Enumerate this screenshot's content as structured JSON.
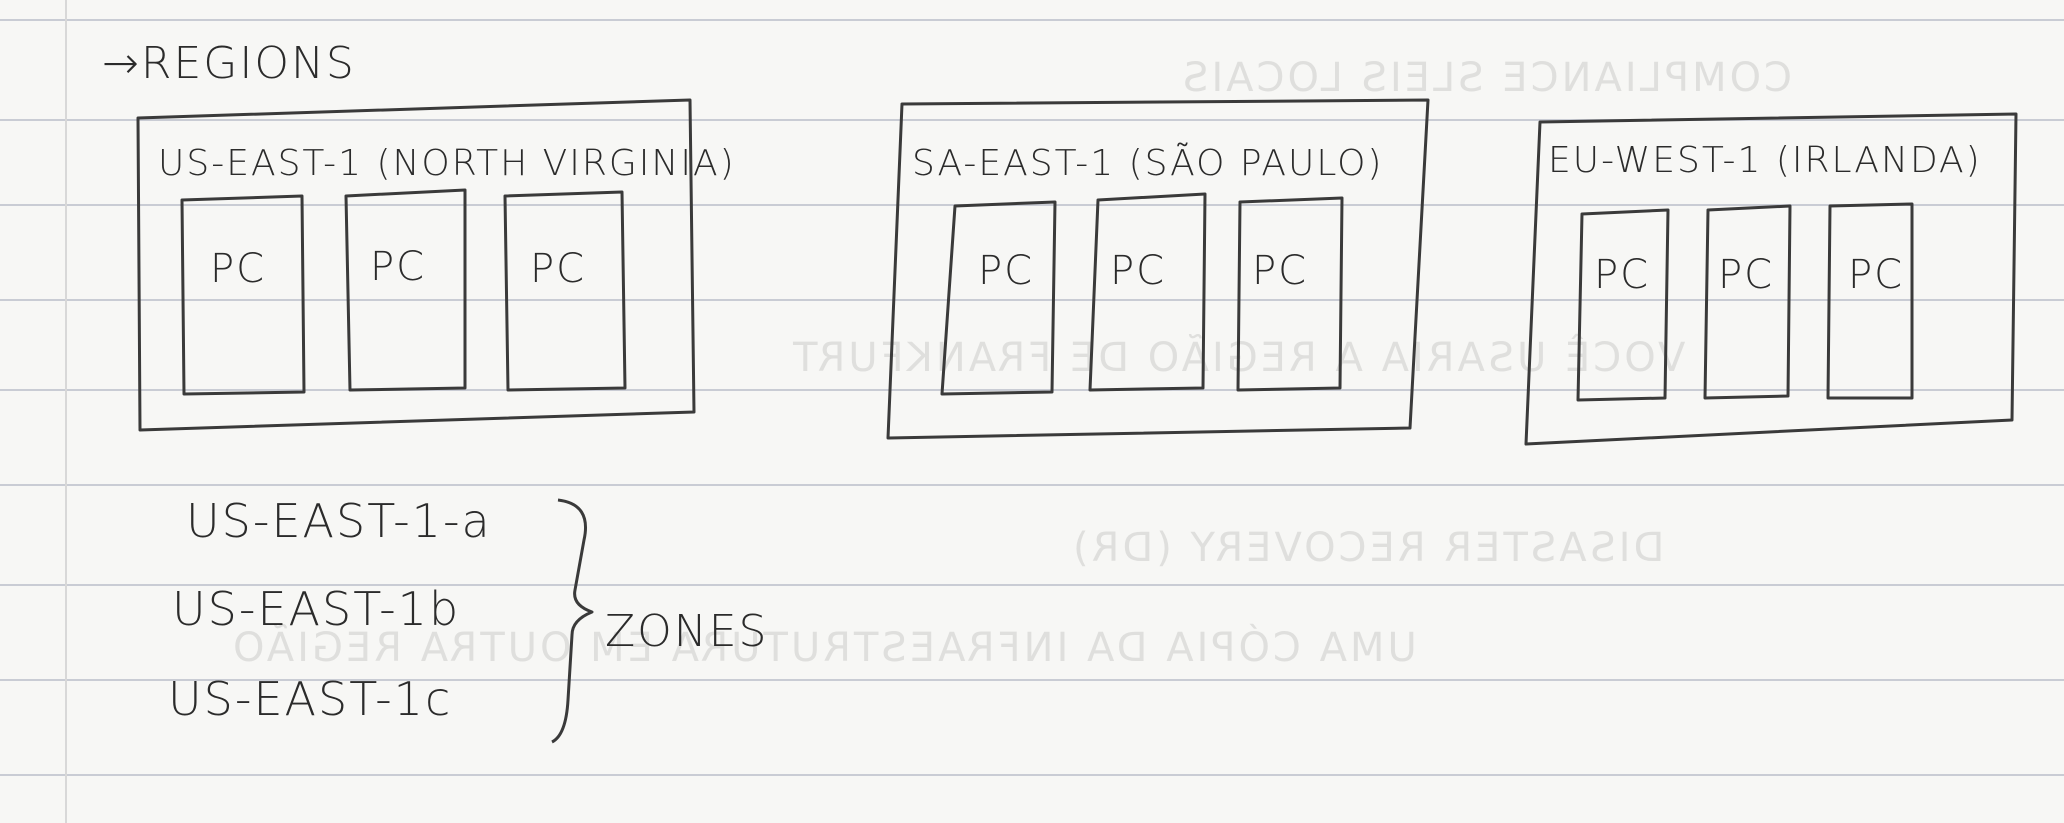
{
  "heading": "→REGIONS",
  "regions": [
    {
      "title": "US-EAST-1 (NORTH VIRGINIA)",
      "pcs": [
        "PC",
        "PC",
        "PC"
      ]
    },
    {
      "title": "SA-EAST-1 (SÃO PAULO)",
      "pcs": [
        "PC",
        "PC",
        "PC"
      ]
    },
    {
      "title": "EU-WEST-1 (IRLANDA)",
      "pcs": [
        "PC",
        "PC",
        "PC"
      ]
    }
  ],
  "zones": {
    "items": [
      "US-EAST-1-a",
      "US-EAST-1b",
      "US-EAST-1c"
    ],
    "label": "ZONES"
  },
  "colors": {
    "ink": "#2b2b2b",
    "paper": "#f7f7f5",
    "rule": "#c9ccd4"
  }
}
